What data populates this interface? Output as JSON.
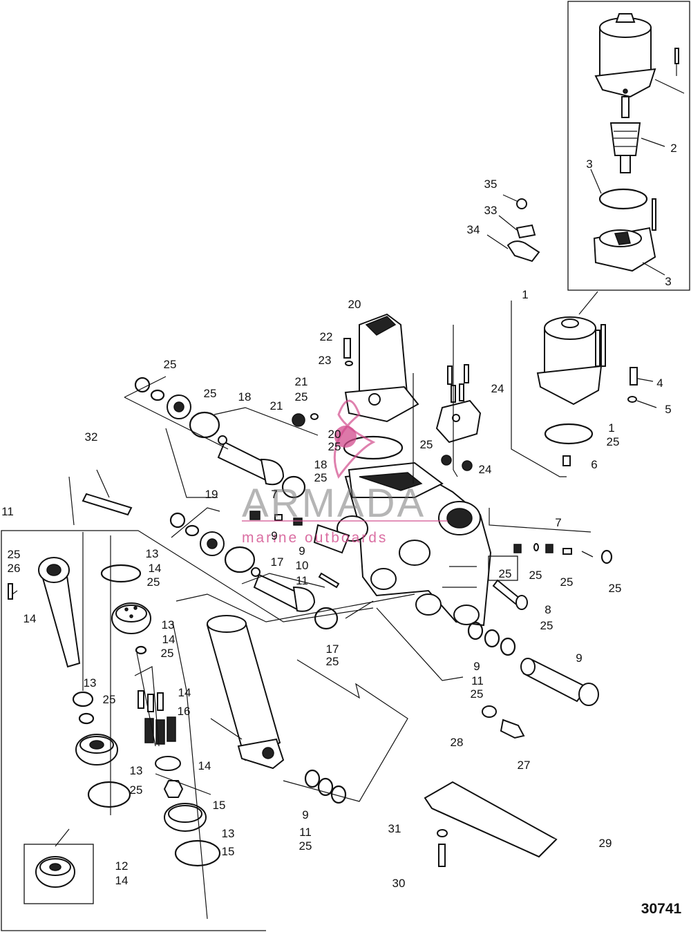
{
  "figure_number": "30741",
  "watermark": {
    "brand": "ARMADA",
    "tagline": "marine outboards",
    "color": "#d24b8c"
  },
  "callouts": [
    {
      "id": "c1",
      "text": "1"
    },
    {
      "id": "c2",
      "text": "2"
    },
    {
      "id": "c3a",
      "text": "3"
    },
    {
      "id": "c3b",
      "text": "3"
    },
    {
      "id": "c35",
      "text": "35"
    },
    {
      "id": "c33",
      "text": "33"
    },
    {
      "id": "c34",
      "text": "34"
    },
    {
      "id": "c20",
      "text": "20"
    },
    {
      "id": "c22",
      "text": "22"
    },
    {
      "id": "c23",
      "text": "23"
    },
    {
      "id": "c21a",
      "text": "21"
    },
    {
      "id": "c21b",
      "text": "21"
    },
    {
      "id": "c25a",
      "text": "25"
    },
    {
      "id": "c4",
      "text": "4"
    },
    {
      "id": "c5",
      "text": "5"
    },
    {
      "id": "c24a",
      "text": "24"
    },
    {
      "id": "c24b",
      "text": "24"
    },
    {
      "id": "c25b",
      "text": "25"
    },
    {
      "id": "c1b",
      "text": "1"
    },
    {
      "id": "c25c",
      "text": "25"
    },
    {
      "id": "c6",
      "text": "6"
    },
    {
      "id": "c25d",
      "text": "25"
    },
    {
      "id": "c25e",
      "text": "25"
    },
    {
      "id": "c18a",
      "text": "18"
    },
    {
      "id": "c20b",
      "text": "20"
    },
    {
      "id": "c25f",
      "text": "25"
    },
    {
      "id": "c18b",
      "text": "18"
    },
    {
      "id": "c25g",
      "text": "25"
    },
    {
      "id": "c32",
      "text": "32"
    },
    {
      "id": "c19",
      "text": "19"
    },
    {
      "id": "c7a",
      "text": "7"
    },
    {
      "id": "c9a",
      "text": "9"
    },
    {
      "id": "c11a",
      "text": "11"
    },
    {
      "id": "c7b",
      "text": "7"
    },
    {
      "id": "c9b",
      "text": "9"
    },
    {
      "id": "c10",
      "text": "10"
    },
    {
      "id": "c11b",
      "text": "11"
    },
    {
      "id": "c25h",
      "text": "25"
    },
    {
      "id": "c25i",
      "text": "25"
    },
    {
      "id": "c25j",
      "text": "25"
    },
    {
      "id": "c25k",
      "text": "25"
    },
    {
      "id": "c8",
      "text": "8"
    },
    {
      "id": "c25l",
      "text": "25"
    },
    {
      "id": "c17",
      "text": "17"
    },
    {
      "id": "c17b",
      "text": "17"
    },
    {
      "id": "c25m",
      "text": "25"
    },
    {
      "id": "c25n",
      "text": "25"
    },
    {
      "id": "c26",
      "text": "26"
    },
    {
      "id": "c14a",
      "text": "14"
    },
    {
      "id": "c13a",
      "text": "13"
    },
    {
      "id": "c14b",
      "text": "14"
    },
    {
      "id": "c25o",
      "text": "25"
    },
    {
      "id": "c13b",
      "text": "13"
    },
    {
      "id": "c14c",
      "text": "14"
    },
    {
      "id": "c25p",
      "text": "25"
    },
    {
      "id": "c9c",
      "text": "9"
    },
    {
      "id": "c11c",
      "text": "11"
    },
    {
      "id": "c25q",
      "text": "25"
    },
    {
      "id": "c9d",
      "text": "9"
    },
    {
      "id": "c14d",
      "text": "14"
    },
    {
      "id": "c16",
      "text": "16"
    },
    {
      "id": "c13c",
      "text": "13"
    },
    {
      "id": "c25r",
      "text": "25"
    },
    {
      "id": "c28",
      "text": "28"
    },
    {
      "id": "c27",
      "text": "27"
    },
    {
      "id": "c14e",
      "text": "14"
    },
    {
      "id": "c13d",
      "text": "13"
    },
    {
      "id": "c25s",
      "text": "25"
    },
    {
      "id": "c15a",
      "text": "15"
    },
    {
      "id": "c9e",
      "text": "9"
    },
    {
      "id": "c11d",
      "text": "11"
    },
    {
      "id": "c25t",
      "text": "25"
    },
    {
      "id": "c13e",
      "text": "13"
    },
    {
      "id": "c15b",
      "text": "15"
    },
    {
      "id": "c31",
      "text": "31"
    },
    {
      "id": "c29",
      "text": "29"
    },
    {
      "id": "c12",
      "text": "12"
    },
    {
      "id": "c14f",
      "text": "14"
    },
    {
      "id": "c30",
      "text": "30"
    }
  ]
}
